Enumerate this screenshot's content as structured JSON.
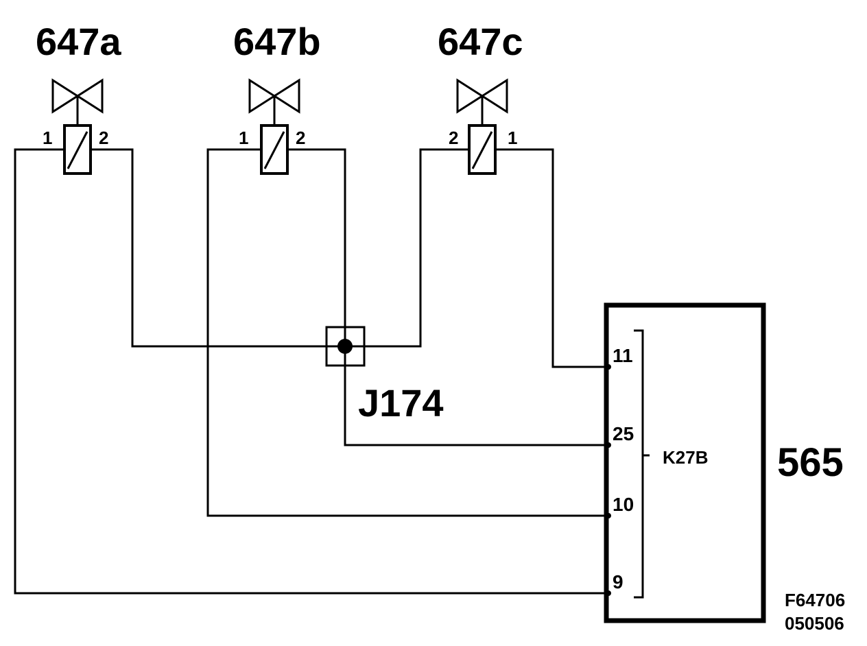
{
  "valves": [
    {
      "label": "647a",
      "left_pin": "1",
      "right_pin": "2"
    },
    {
      "label": "647b",
      "left_pin": "1",
      "right_pin": "2"
    },
    {
      "label": "647c",
      "left_pin": "2",
      "right_pin": "1"
    }
  ],
  "junction": {
    "label": "J174"
  },
  "control_unit": {
    "label": "565",
    "connector": "K27B",
    "pins": [
      "11",
      "25",
      "10",
      "9"
    ]
  },
  "drawing_code": {
    "line1": "F64706",
    "line2": "050506"
  }
}
